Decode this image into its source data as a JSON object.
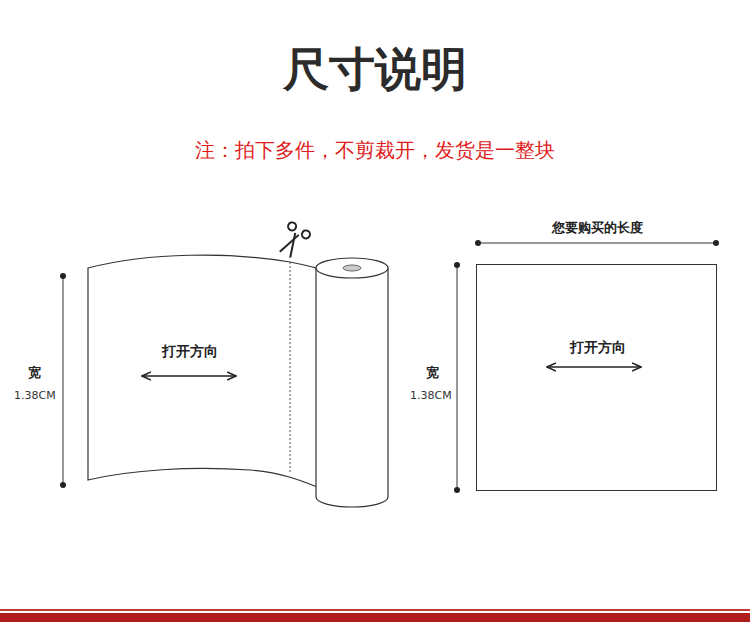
{
  "diagram": {
    "title": "尺寸说明",
    "nodes": [
      {
        "text": [
          "打开方向"
        ]
      },
      {
        "text": [
          "打开方向"
        ]
      }
    ],
    "labels": [
      "注：拍下多件，不剪裁开，发货是一整块",
      "宽",
      "1.38CM",
      "您要购买的长度",
      "宽",
      "1.38CM"
    ]
  }
}
